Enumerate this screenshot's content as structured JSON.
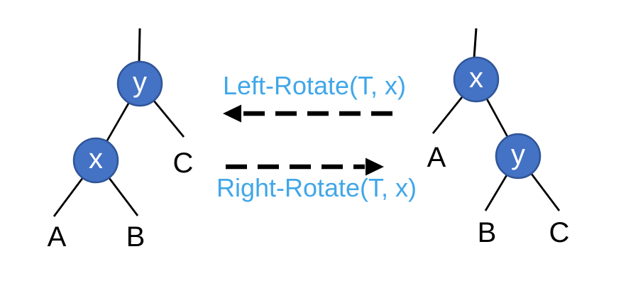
{
  "diagram": {
    "description": "Binary tree rotation diagram",
    "left_tree": {
      "root_node": "y",
      "child_node": "x",
      "leaf_a": "A",
      "leaf_b": "B",
      "leaf_c": "C"
    },
    "right_tree": {
      "root_node": "x",
      "child_node": "y",
      "leaf_a": "A",
      "leaf_b": "B",
      "leaf_c": "C"
    },
    "arrows": {
      "left_rotate_label": "Left-Rotate(T, x)",
      "right_rotate_label": "Right-Rotate(T, x)"
    },
    "colors": {
      "node_fill": "#4472C4",
      "node_border": "#2F5597",
      "node_text": "#ffffff",
      "rotate_text": "#41A7E8",
      "line_color": "#000000",
      "background": "#ffffff"
    }
  }
}
